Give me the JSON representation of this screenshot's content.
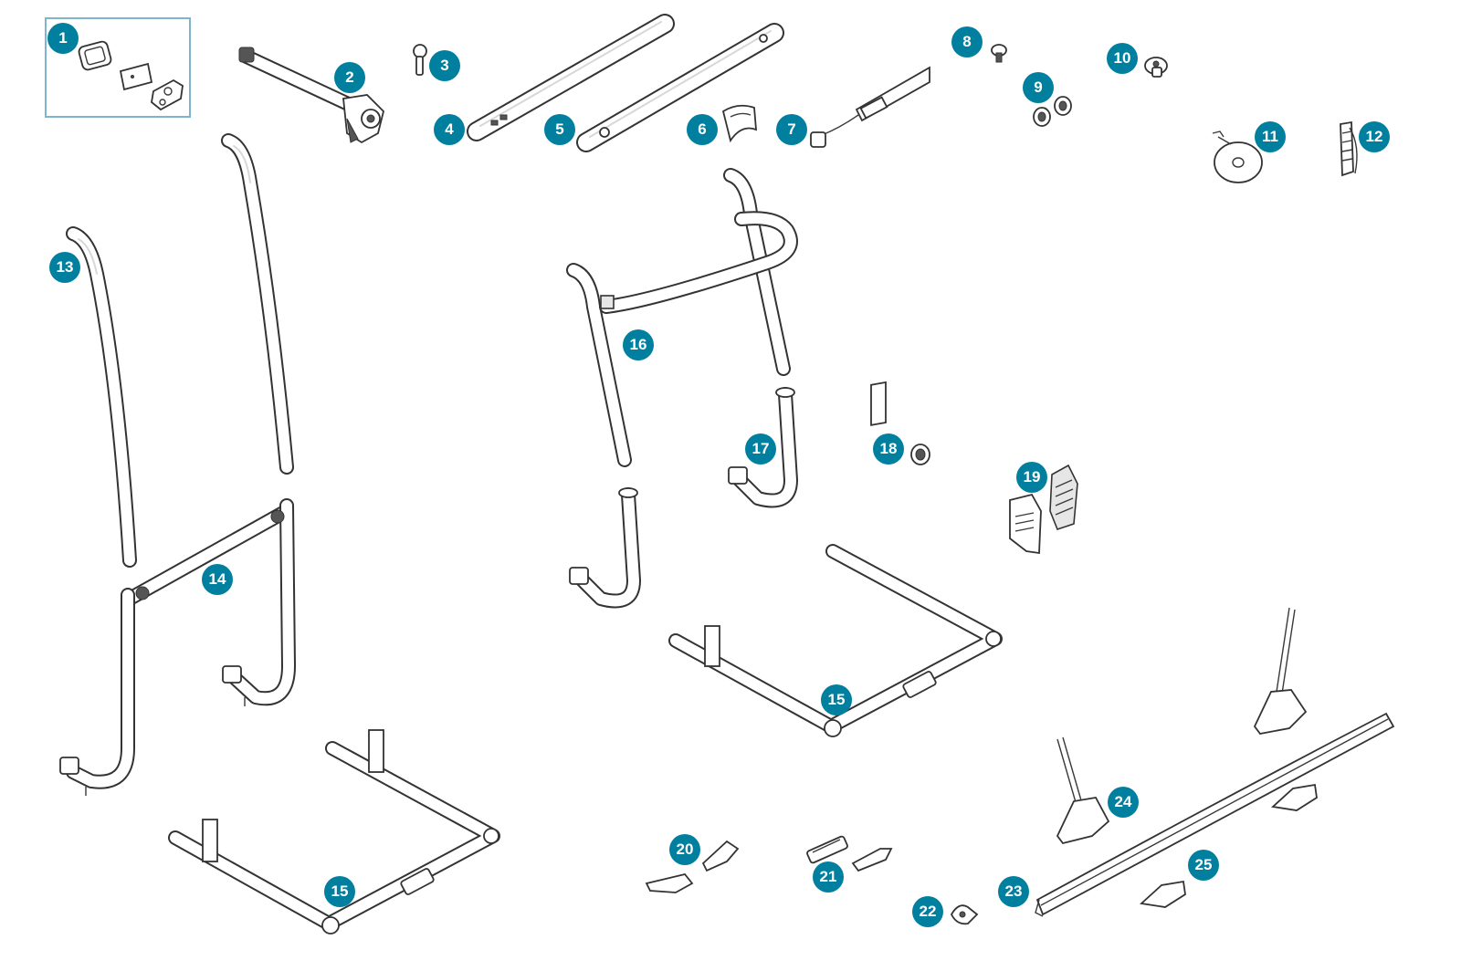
{
  "colors": {
    "callout_fill": "#007f9f",
    "kit_box_border": "#7fb4cf",
    "line": "#333333"
  },
  "callouts": [
    {
      "id": "1",
      "label": "1"
    },
    {
      "id": "2",
      "label": "2"
    },
    {
      "id": "3",
      "label": "3"
    },
    {
      "id": "4",
      "label": "4"
    },
    {
      "id": "5",
      "label": "5"
    },
    {
      "id": "6",
      "label": "6"
    },
    {
      "id": "7",
      "label": "7"
    },
    {
      "id": "8",
      "label": "8"
    },
    {
      "id": "9",
      "label": "9"
    },
    {
      "id": "10",
      "label": "10"
    },
    {
      "id": "11",
      "label": "11"
    },
    {
      "id": "12",
      "label": "12"
    },
    {
      "id": "13",
      "label": "13"
    },
    {
      "id": "14",
      "label": "14"
    },
    {
      "id": "15a",
      "label": "15"
    },
    {
      "id": "15b",
      "label": "15"
    },
    {
      "id": "16",
      "label": "16"
    },
    {
      "id": "17",
      "label": "17"
    },
    {
      "id": "18",
      "label": "18"
    },
    {
      "id": "19",
      "label": "19"
    },
    {
      "id": "20",
      "label": "20"
    },
    {
      "id": "21",
      "label": "21"
    },
    {
      "id": "22",
      "label": "22"
    },
    {
      "id": "23",
      "label": "23"
    },
    {
      "id": "24",
      "label": "24"
    },
    {
      "id": "25",
      "label": "25"
    }
  ]
}
